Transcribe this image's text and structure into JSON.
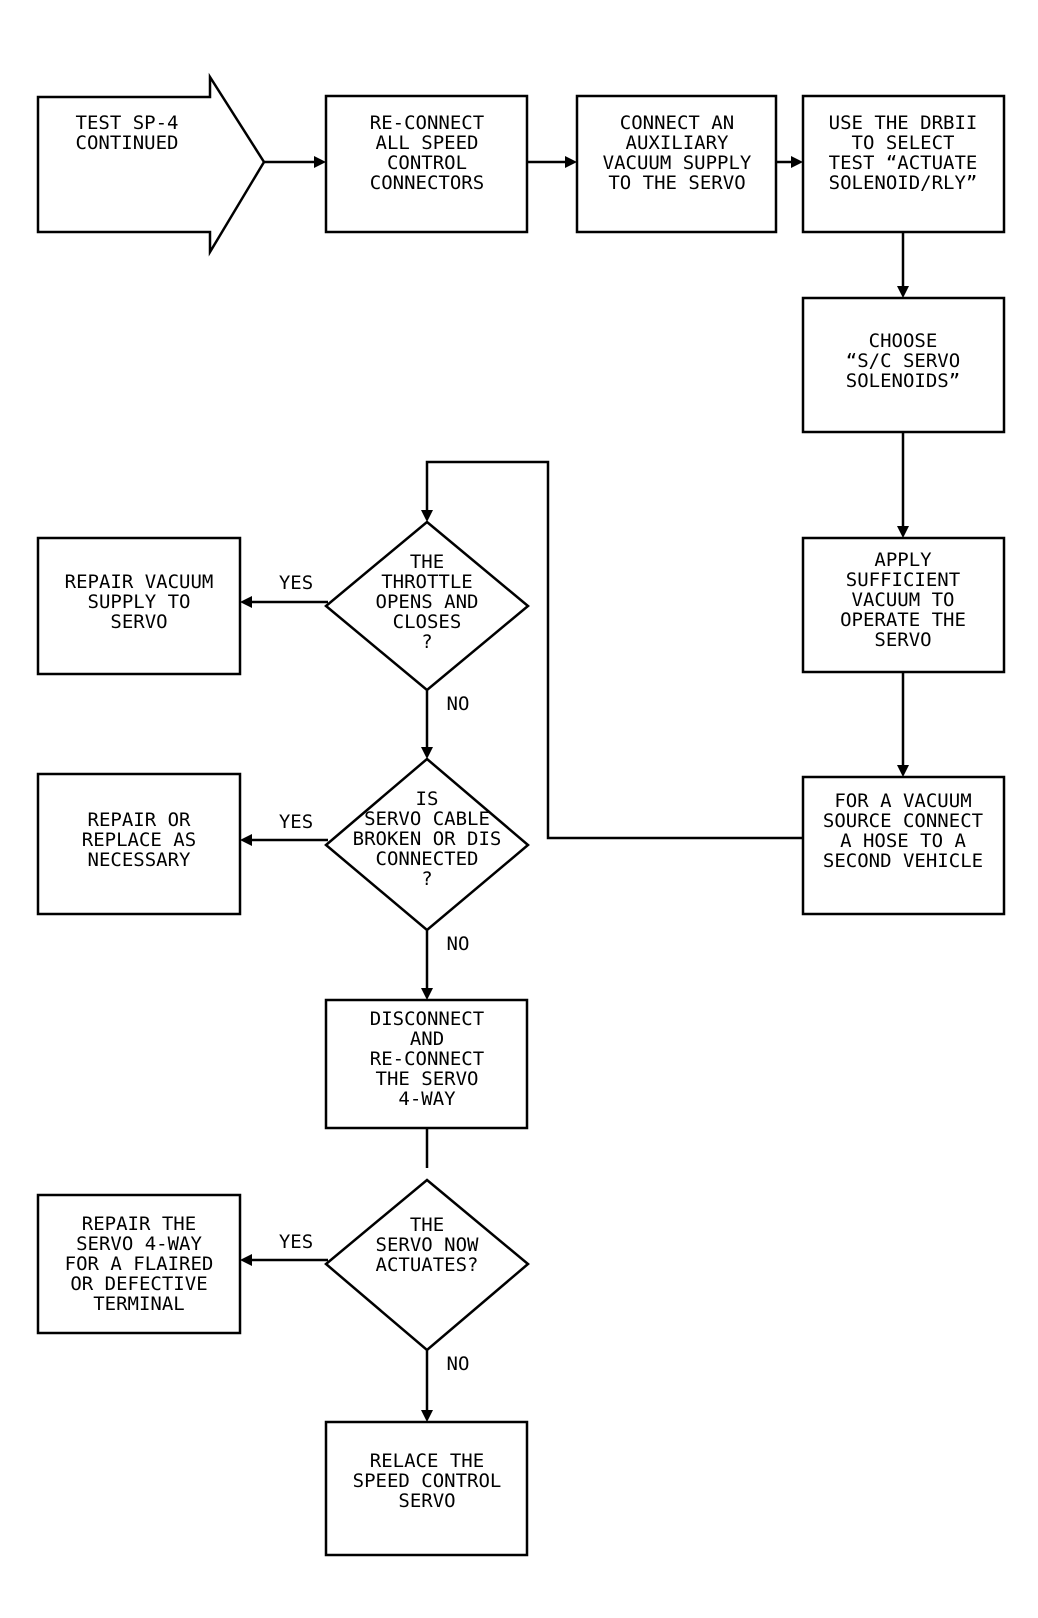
{
  "start": {
    "lines": [
      "TEST SP-4",
      "CONTINUED"
    ]
  },
  "steps": {
    "reconnect": {
      "lines": [
        "RE-CONNECT",
        "ALL SPEED",
        "CONTROL",
        "CONNECTORS"
      ]
    },
    "aux_vacuum": {
      "lines": [
        "CONNECT AN",
        "AUXILIARY",
        "VACUUM SUPPLY",
        "TO THE SERVO"
      ]
    },
    "use_drbii": {
      "lines": [
        "USE THE DRBII",
        "TO SELECT",
        "TEST “ACTUATE",
        "SOLENOID/RLY”"
      ]
    },
    "choose": {
      "lines": [
        "CHOOSE",
        "“S/C SERVO",
        "SOLENOIDS”"
      ]
    },
    "apply_vacuum": {
      "lines": [
        "APPLY",
        "SUFFICIENT",
        "VACUUM TO",
        "OPERATE THE",
        "SERVO"
      ]
    },
    "vacuum_source": {
      "lines": [
        "FOR A VACUUM",
        "SOURCE CONNECT",
        "A HOSE TO A",
        "SECOND VEHICLE"
      ]
    },
    "disconnect": {
      "lines": [
        "DISCONNECT",
        "AND",
        "RE-CONNECT",
        "THE SERVO",
        "4-WAY"
      ]
    },
    "replace_servo": {
      "lines": [
        "RELACE THE",
        "SPEED CONTROL",
        "SERVO"
      ]
    }
  },
  "decisions": {
    "throttle": {
      "lines": [
        "THE",
        "THROTTLE",
        "OPENS AND",
        "CLOSES",
        "?"
      ]
    },
    "cable": {
      "lines": [
        "IS",
        "SERVO CABLE",
        "BROKEN OR DIS",
        "CONNECTED",
        "?"
      ]
    },
    "actuates": {
      "lines": [
        "THE",
        "SERVO NOW",
        "ACTUATES?"
      ]
    }
  },
  "outcomes": {
    "repair_vacuum": {
      "lines": [
        "REPAIR VACUUM",
        "SUPPLY TO",
        "SERVO"
      ]
    },
    "repair_replace": {
      "lines": [
        "REPAIR OR",
        "REPLACE AS",
        "NECESSARY"
      ]
    },
    "repair_4way": {
      "lines": [
        "REPAIR THE",
        "SERVO 4-WAY",
        "FOR A FLAIRED",
        "OR DEFECTIVE",
        "TERMINAL"
      ]
    }
  },
  "edge_labels": {
    "throttle_yes": "YES",
    "throttle_no": "NO",
    "cable_yes": "YES",
    "cable_no": "NO",
    "actuates_yes": "YES",
    "actuates_no": "NO"
  }
}
